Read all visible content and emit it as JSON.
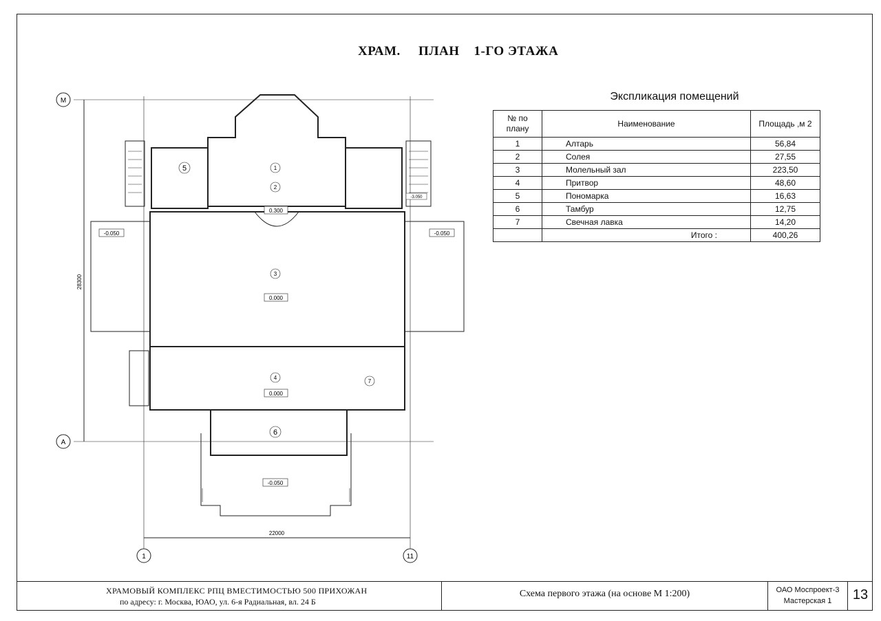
{
  "header": {
    "title": "ХРАМ.     ПЛАН    1-ГО ЭТАЖА"
  },
  "explication": {
    "title": "Экспликация помещений",
    "columns": {
      "num": "№ по\nплану",
      "name": "Наименование",
      "area": "Площадь ,м 2"
    },
    "rows": [
      {
        "num": "1",
        "name": "Алтарь",
        "area": "56,84"
      },
      {
        "num": "2",
        "name": "Солея",
        "area": "27,55"
      },
      {
        "num": "3",
        "name": "Молельный зал",
        "area": "223,50"
      },
      {
        "num": "4",
        "name": "Притвор",
        "area": "48,60"
      },
      {
        "num": "5",
        "name": "Пономарка",
        "area": "16,63"
      },
      {
        "num": "6",
        "name": "Тамбур",
        "area": "12,75"
      },
      {
        "num": "7",
        "name": "Свечная лавка",
        "area": "14,20"
      }
    ],
    "total_label": "Итого :",
    "total_value": "400,26"
  },
  "plan": {
    "axis_m": "М",
    "axis_a": "А",
    "axis_1": "1",
    "axis_11": "11",
    "dim_vertical": "28300",
    "dim_horizontal": "22000",
    "room_labels": [
      "1",
      "2",
      "3",
      "4",
      "5",
      "6",
      "7"
    ],
    "levels": {
      "solea": "0.300",
      "hall": "0.000",
      "narthex": "0.000",
      "porch_left": "-0.050",
      "porch_right": "-0.050",
      "porch_bottom": "-0.050",
      "stair_right": "-3.050"
    }
  },
  "stamp": {
    "line1": "ХРАМОВЫЙ  КОМПЛЕКС РПЦ  ВМЕСТИМОСТЬЮ 500 ПРИХОЖАН",
    "line2": "по адресу:    г. Москва, ЮАО, ул. 6-я Радиальная, вл. 24 Б",
    "scheme": "Схема первого этажа (на основе М 1:200)",
    "org1": "ОАО Моспроект-3",
    "org2": "Мастерская 1",
    "page": "13"
  }
}
